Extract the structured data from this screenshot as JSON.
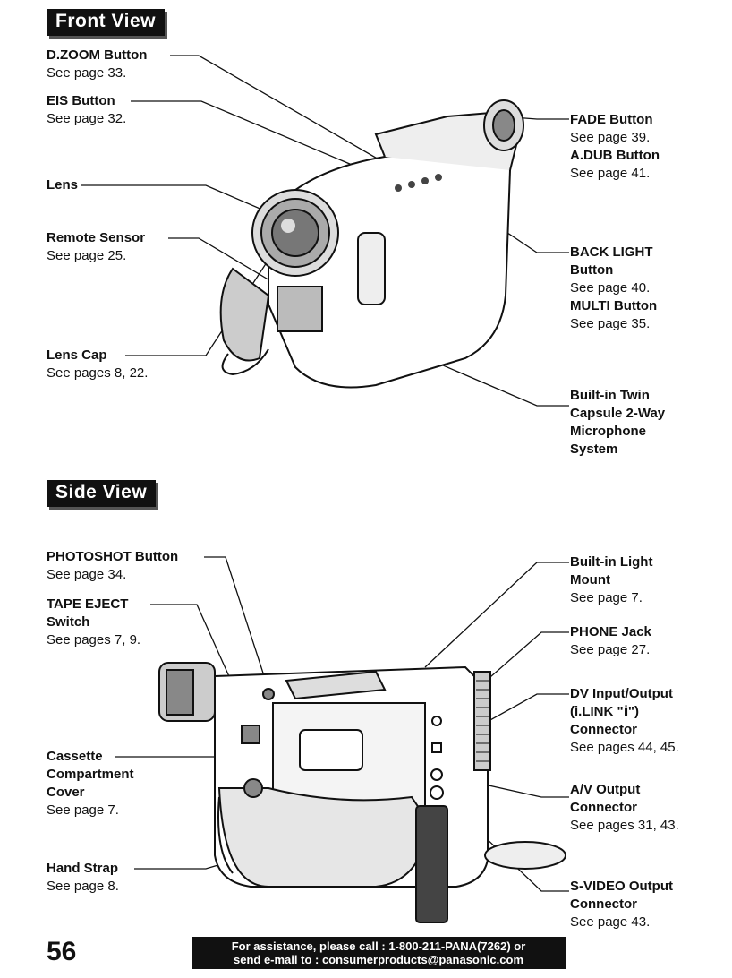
{
  "front": {
    "title": "Front View",
    "dzoom": {
      "name": "D.ZOOM Button",
      "ref": "See page 33."
    },
    "eis": {
      "name": "EIS Button",
      "ref": "See page 32."
    },
    "lens": {
      "name": "Lens"
    },
    "remote": {
      "name": "Remote Sensor",
      "ref": "See page 25."
    },
    "lenscap": {
      "name": "Lens Cap",
      "ref": "See pages 8, 22."
    },
    "fade": {
      "name": "FADE Button",
      "ref": "See page 39."
    },
    "adub": {
      "name": "A.DUB Button",
      "ref": "See page 41."
    },
    "backlight": {
      "name1": "BACK LIGHT",
      "name2": "Button",
      "ref": "See page 40."
    },
    "multi": {
      "name": "MULTI Button",
      "ref": "See page 35."
    },
    "mic": {
      "l1": "Built-in Twin",
      "l2": "Capsule 2-Way",
      "l3": "Microphone",
      "l4": "System"
    }
  },
  "side": {
    "title": "Side View",
    "photoshot": {
      "name": "PHOTOSHOT Button",
      "ref": "See page 34."
    },
    "tapeeject": {
      "name1": "TAPE EJECT",
      "name2": "Switch",
      "ref": "See pages 7, 9."
    },
    "cassette": {
      "l1": "Cassette",
      "l2": "Compartment",
      "l3": "Cover",
      "ref": "See page 7."
    },
    "handstrap": {
      "name": "Hand Strap",
      "ref": "See page 8."
    },
    "lightmount": {
      "l1": "Built-in Light",
      "l2": "Mount",
      "ref": "See page 7."
    },
    "phone": {
      "name": "PHONE Jack",
      "ref": "See page 27."
    },
    "dv": {
      "l1": "DV Input/Output",
      "l2": "(i.LINK \"𝕚\")",
      "l3": "Connector",
      "ref": "See pages 44, 45."
    },
    "av": {
      "l1": "A/V Output",
      "l2": "Connector",
      "ref": "See pages 31, 43."
    },
    "svideo": {
      "l1": "S-VIDEO Output",
      "l2": "Connector",
      "ref": "See page 43."
    }
  },
  "page_number": "56",
  "footer": {
    "line1": "For assistance, please call : 1-800-211-PANA(7262) or",
    "line2": "send e-mail to : consumerproducts@panasonic.com"
  }
}
